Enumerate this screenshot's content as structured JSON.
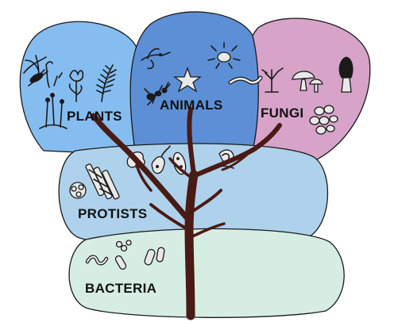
{
  "labels": {
    "plants": "PLANTS",
    "animals": "ANIMALS",
    "fungi": "FUNGI",
    "protists": "PROTISTS",
    "bacteria": "BACTERIA"
  },
  "colors": {
    "plants": "#86bdf0",
    "animals": "#5d8fd6",
    "fungi": "#d7a3c9",
    "protists": "#aed2ec",
    "bacteria": "#d6ede3",
    "tree": "#4a1a14",
    "outline": "#1a1a1a"
  }
}
